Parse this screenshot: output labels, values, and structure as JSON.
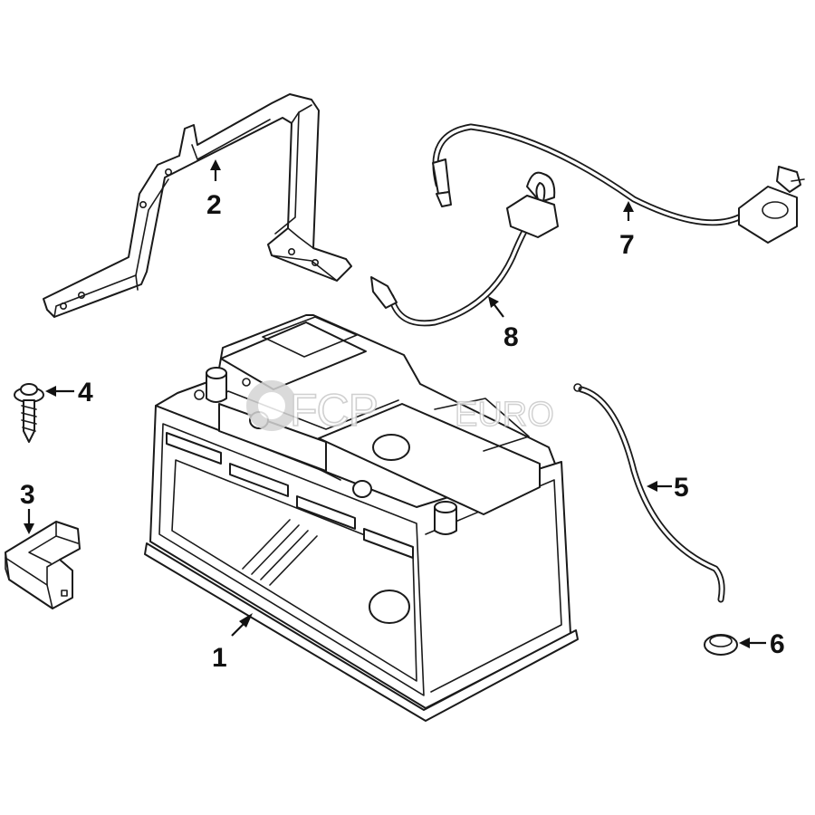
{
  "diagram": {
    "callouts": [
      {
        "number": "1",
        "part": "battery"
      },
      {
        "number": "2",
        "part": "battery-hold-down-bracket"
      },
      {
        "number": "3",
        "part": "battery-terminal-cover"
      },
      {
        "number": "4",
        "part": "bracket-screw"
      },
      {
        "number": "5",
        "part": "vent-hose"
      },
      {
        "number": "6",
        "part": "vent-plug"
      },
      {
        "number": "7",
        "part": "positive-cable"
      },
      {
        "number": "8",
        "part": "negative-cable"
      }
    ],
    "watermark": {
      "brand_main": "FCP",
      "brand_sub": "EURO"
    }
  }
}
